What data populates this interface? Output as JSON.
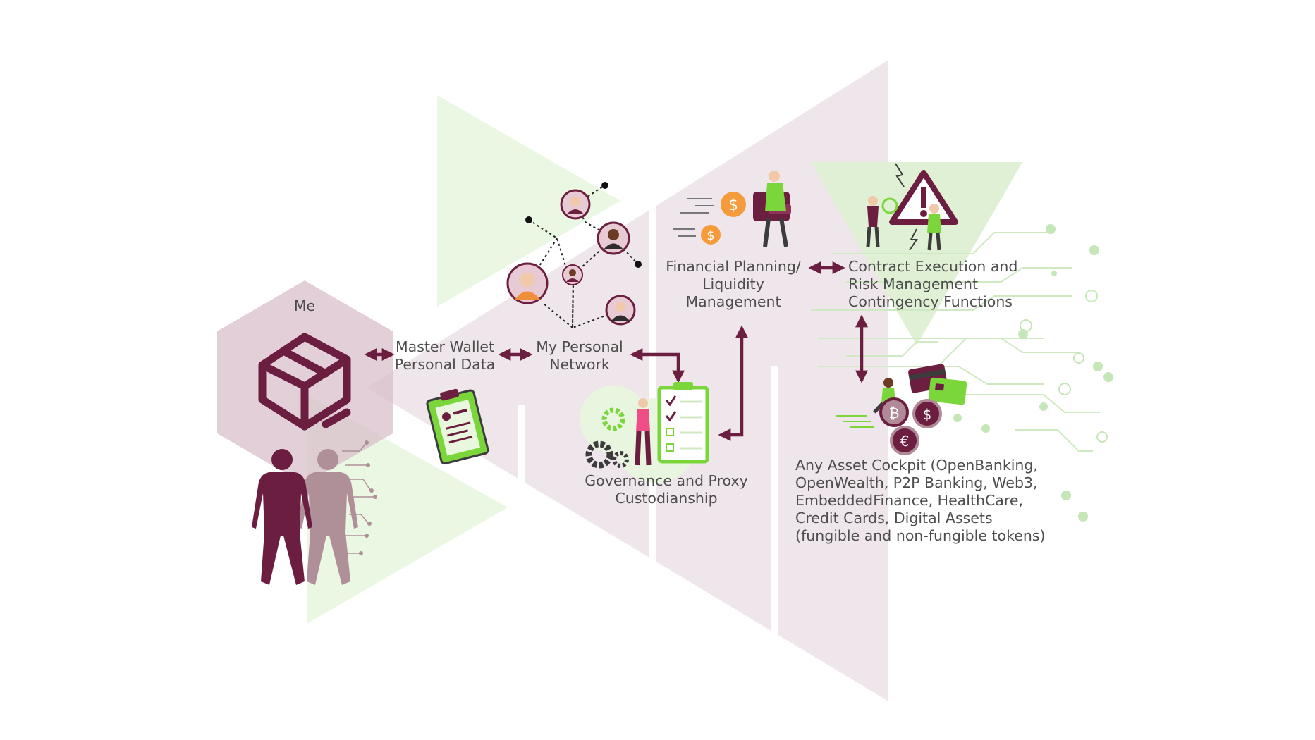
{
  "colors": {
    "brand": "#6b1e3f",
    "brand_muted": "#b08a96",
    "accent_green": "#7ad63b",
    "panel_pink": "#eee5ea",
    "panel_green": "#e8f6e0",
    "text": "#4d4d4d"
  },
  "nodes": {
    "me": {
      "label": "Me"
    },
    "master_wallet": {
      "lines": [
        "Master Wallet",
        "Personal Data"
      ]
    },
    "personal_network": {
      "lines": [
        "My Personal",
        "Network"
      ]
    },
    "governance": {
      "lines": [
        "Governance and Proxy",
        "Custodianship"
      ]
    },
    "financial_planning": {
      "lines": [
        "Financial Planning/",
        "Liquidity",
        "Management"
      ]
    },
    "contract_execution": {
      "lines": [
        "Contract Execution and",
        "Risk Management",
        "Contingency Functions"
      ]
    },
    "asset_cockpit": {
      "lines": [
        "Any Asset Cockpit (OpenBanking,",
        "OpenWealth, P2P Banking, Web3,",
        "EmbeddedFinance, HealthCare,",
        "Credit Cards, Digital Assets",
        "(fungible and non-fungible tokens)"
      ]
    }
  },
  "icons": {
    "box": "open-box-icon",
    "human": "human-body-icon",
    "clipboard": "clipboard-icon",
    "network": "people-network-icon",
    "coin": "dollar-coin-icon",
    "wallet": "wallet-icon",
    "warning": "warning-triangle-icon",
    "cards": "credit-card-icon",
    "gears": "gear-icon",
    "checklist": "checklist-icon",
    "euro": "euro-coin-icon",
    "bitcoin": "bitcoin-coin-icon"
  }
}
